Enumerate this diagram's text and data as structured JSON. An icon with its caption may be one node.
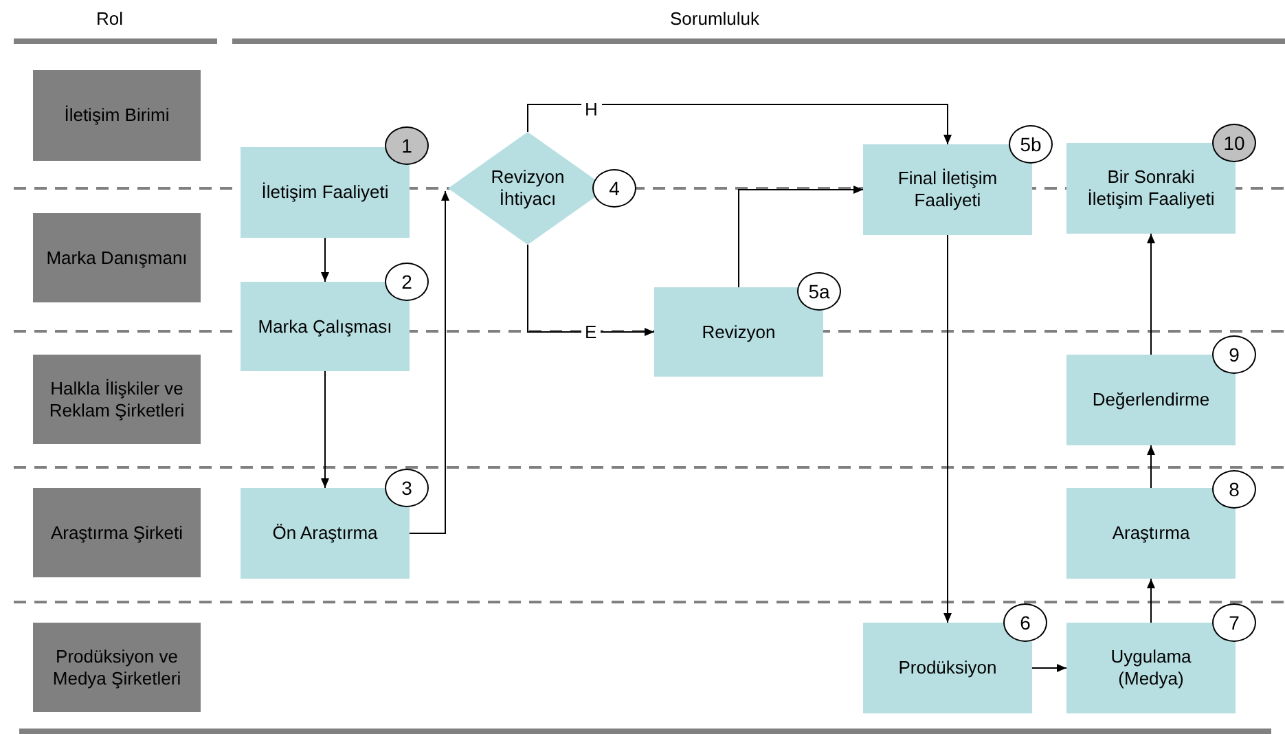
{
  "diagram": {
    "nodes": [
      {
        "text": [
          "İletişim Birimi"
        ]
      },
      {
        "text": [
          "Marka Danışmanı"
        ]
      },
      {
        "text": [
          "Halkla İlişkiler ve Reklam Şirketleri"
        ]
      },
      {
        "text": [
          "Araştırma Şirketi"
        ]
      },
      {
        "text": [
          "Prodüksiyon ve Medya Şirketleri"
        ]
      },
      {
        "text": [
          "İletişim Faaliyeti"
        ]
      },
      {
        "text": [
          "1"
        ]
      },
      {
        "text": [
          "Marka Çalışması"
        ]
      },
      {
        "text": [
          "2"
        ]
      },
      {
        "text": [
          "Ön Araştırma"
        ]
      },
      {
        "text": [
          "3"
        ]
      },
      {
        "text": [
          "Revizyon İhtiyacı"
        ]
      },
      {
        "text": [
          "4"
        ]
      },
      {
        "text": [
          "Revizyon"
        ]
      },
      {
        "text": [
          "5a"
        ]
      },
      {
        "text": [
          "Final İletişim Faaliyeti"
        ]
      },
      {
        "text": [
          "5b"
        ]
      },
      {
        "text": [
          "Prodüksiyon"
        ]
      },
      {
        "text": [
          "6"
        ]
      },
      {
        "text": [
          "Uygulama (Medya)"
        ]
      },
      {
        "text": [
          "7"
        ]
      },
      {
        "text": [
          "Araştırma"
        ]
      },
      {
        "text": [
          "8"
        ]
      },
      {
        "text": [
          "Değerlendirme"
        ]
      },
      {
        "text": [
          "9"
        ]
      },
      {
        "text": [
          "Bir Sonraki İletişim Faaliyeti"
        ]
      },
      {
        "text": [
          "10"
        ]
      }
    ],
    "edges": [
      {
        "from": 5,
        "to": 7,
        "arrow": "to"
      },
      {
        "from": 7,
        "to": 9,
        "arrow": "to"
      },
      {
        "from": 9,
        "to": 11,
        "arrow": "to"
      },
      {
        "from": 11,
        "to": 15,
        "arrow": "to",
        "label": "H"
      },
      {
        "from": 11,
        "to": 13,
        "arrow": "to",
        "label": "E"
      },
      {
        "from": 13,
        "to": 15,
        "arrow": "to"
      },
      {
        "from": 15,
        "to": 17,
        "arrow": "to"
      },
      {
        "from": 17,
        "to": 19,
        "arrow": "to"
      },
      {
        "from": 19,
        "to": 21,
        "arrow": "to"
      },
      {
        "from": 21,
        "to": 23,
        "arrow": "to"
      },
      {
        "from": 23,
        "to": 25,
        "arrow": "to"
      }
    ],
    "labels": [
      "Rol",
      "Sorumluluk"
    ]
  }
}
